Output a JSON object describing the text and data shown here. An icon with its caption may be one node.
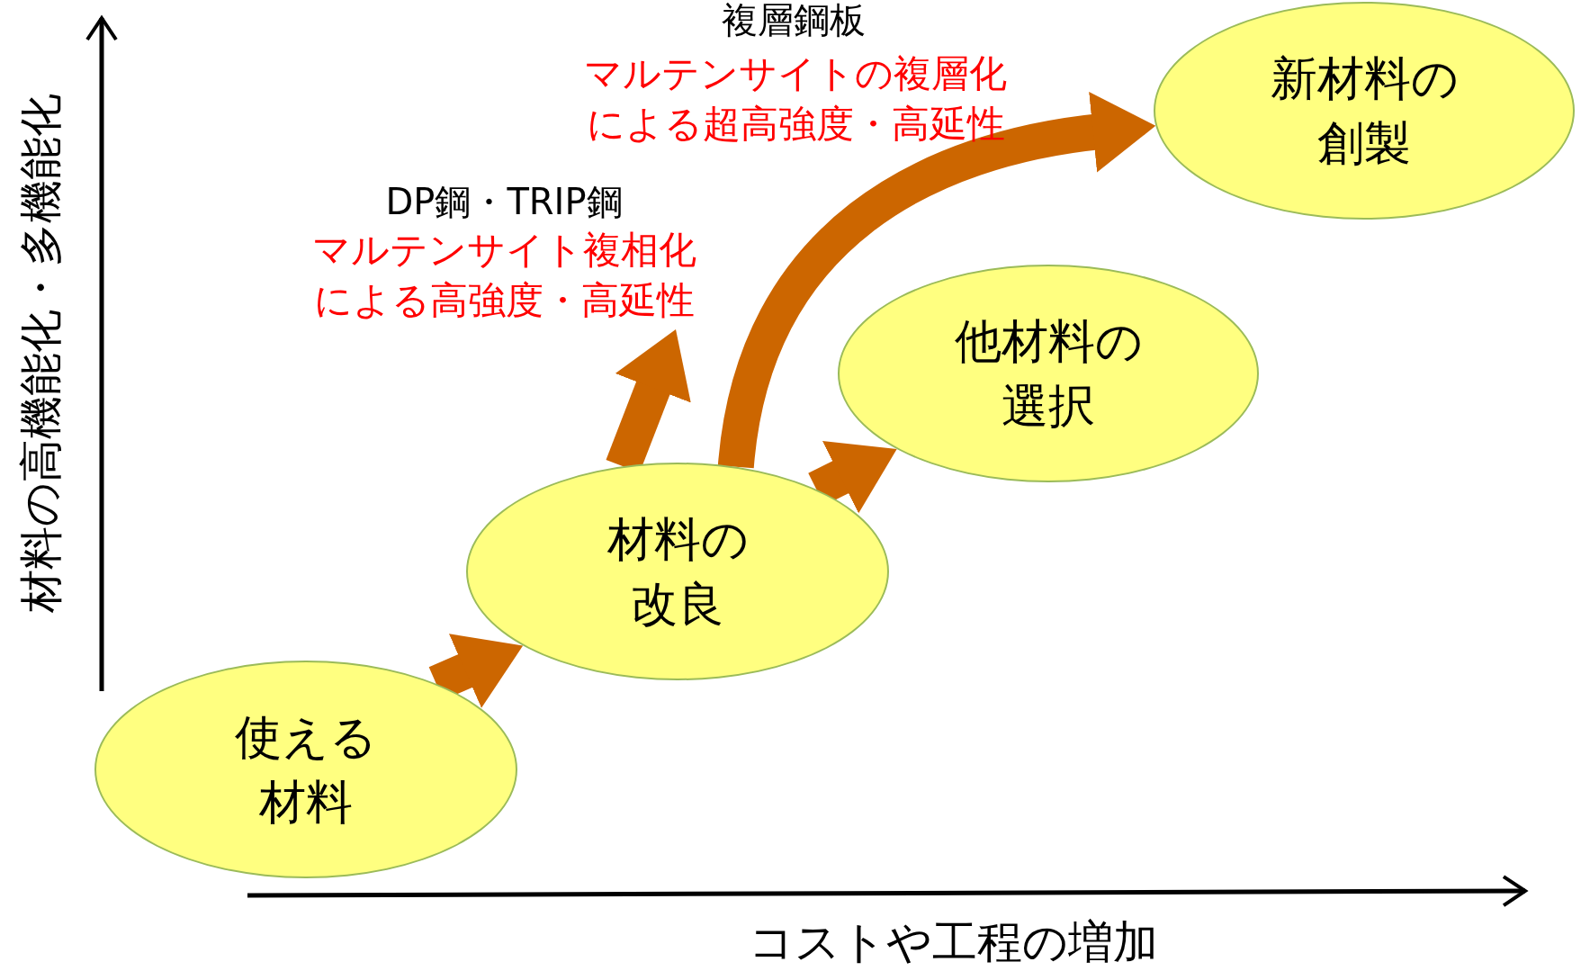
{
  "diagram": {
    "nodes": [
      {
        "text": [
          "使える材料"
        ]
      },
      {
        "text": [
          "材料の改良"
        ]
      },
      {
        "text": [
          "他材料の選択"
        ]
      },
      {
        "text": [
          "新材料の創製"
        ]
      },
      {
        "text": [
          "DP鋼・TRIP鋼",
          "マルテンサイト複相化による高強度・高延性"
        ]
      }
    ],
    "edges": [
      {
        "from": 0,
        "to": 1,
        "arrow": "to"
      },
      {
        "from": 1,
        "to": 2,
        "arrow": "to"
      },
      {
        "from": 1,
        "to": 3,
        "arrow": "to"
      },
      {
        "from": 1,
        "to": 4,
        "arrow": "to"
      }
    ],
    "labels": [
      "複層鋼板",
      "マルテンサイトの複層化による超高強度・高延性",
      "材料の高機能化・多機能化",
      "コストや工程の増加"
    ]
  }
}
